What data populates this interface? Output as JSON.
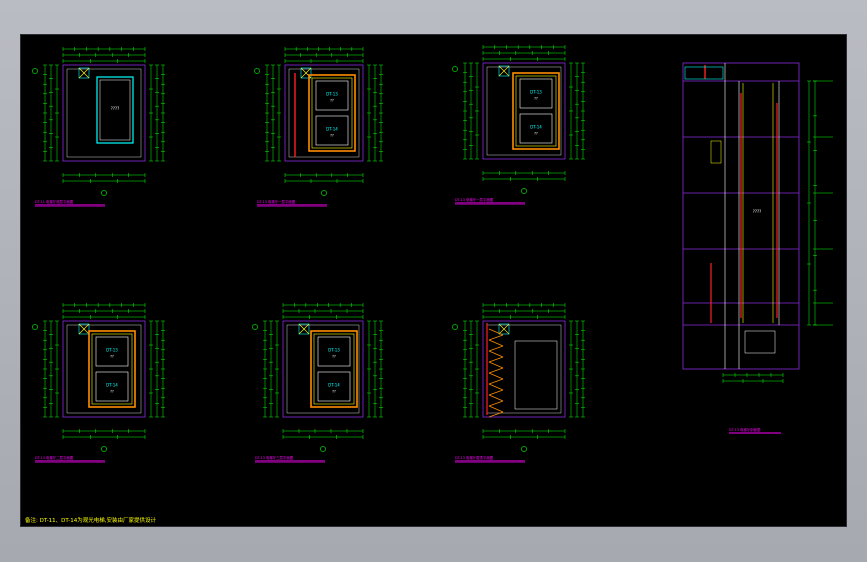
{
  "colors": {
    "background": "#000000",
    "frame": "#a8abb2",
    "dimension": "#00ff00",
    "outline": "#8a2be2",
    "orange": "#ff8c00",
    "yellow": "#ffff00",
    "cyan": "#00ffff",
    "red": "#ff2020",
    "white": "#ffffff",
    "title_underline": "#ff00ff",
    "title_text": "#ff00ff",
    "note_text": "#ffff00"
  },
  "icons": [
    "axis-bubble-icon",
    "elevator-shaft-symbol-icon"
  ],
  "drawing": {
    "note": "备注: DT-11、DT-14为观光电梯,安装由厂家提供设计",
    "panels": [
      {
        "id": "p1",
        "title": "DT-11 电梯厅底层平面图",
        "car_labels": [
          "????"
        ]
      },
      {
        "id": "p2",
        "title": "DT-13 电梯厅一层平面图",
        "car_labels": [
          "DT-13",
          "??",
          "DT-14",
          "??"
        ]
      },
      {
        "id": "p3",
        "title": "DT-13 电梯厅一层平面图",
        "car_labels": [
          "DT-13",
          "??",
          "DT-14",
          "??"
        ]
      },
      {
        "id": "p4",
        "title": "DT-13 电梯厅二层平面图",
        "car_labels": [
          "DT-13",
          "??",
          "DT-14",
          "??"
        ]
      },
      {
        "id": "p5",
        "title": "DT-13 电梯厅三层平面图",
        "car_labels": [
          "DT-13",
          "??",
          "DT-14",
          "??"
        ]
      },
      {
        "id": "p6",
        "title": "DT-13 电梯厅屋顶平面图",
        "car_labels": []
      },
      {
        "id": "p7",
        "title": "DT-13 电梯厅剖面图",
        "car_labels": [
          "????"
        ]
      }
    ]
  }
}
